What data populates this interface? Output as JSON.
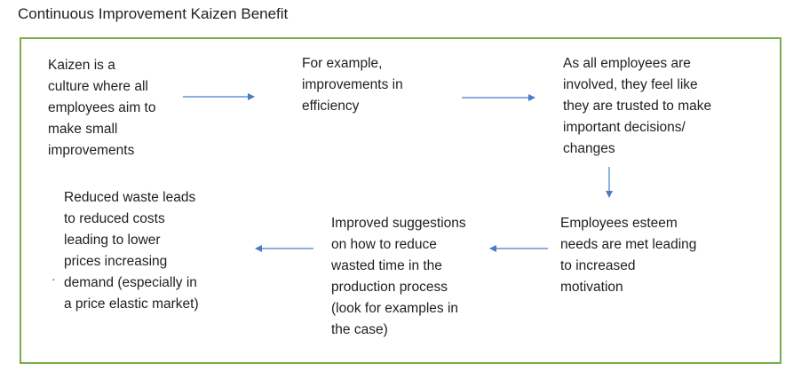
{
  "title": "Continuous Improvement Kaizen Benefit",
  "colors": {
    "frame_border": "#7aab4a",
    "arrow": "#4a7ac7",
    "text": "#1f1f1f"
  },
  "steps": [
    {
      "lines": [
        "Kaizen is a",
        "culture where all",
        "employees aim to",
        "make small",
        "improvements"
      ]
    },
    {
      "lines": [
        "For example,",
        "improvements in",
        "efficiency"
      ]
    },
    {
      "lines": [
        "As all employees are",
        "involved, they feel like",
        "they are trusted to make",
        "important decisions/",
        "changes"
      ]
    },
    {
      "lines": [
        "Employees esteem",
        "needs are met leading",
        "to increased",
        "motivation"
      ]
    },
    {
      "lines": [
        "Improved suggestions",
        "on how to reduce",
        "wasted time in the",
        "production process",
        "(look for examples in",
        "the case)"
      ]
    },
    {
      "lines": [
        "Reduced waste leads",
        "to reduced costs",
        "leading to lower",
        "prices increasing",
        "demand (especially in",
        "a price elastic market)"
      ]
    }
  ],
  "bullet_dot": "·"
}
